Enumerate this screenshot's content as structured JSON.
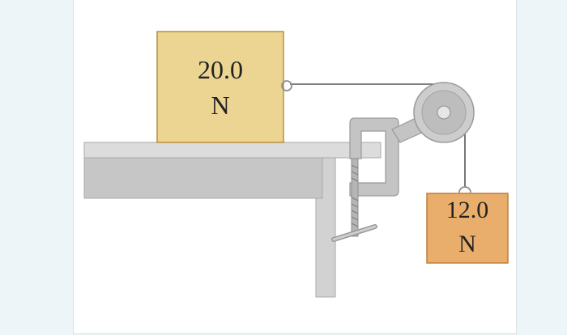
{
  "diagram": {
    "table_block": {
      "value": "20.0",
      "unit": "N"
    },
    "hanging_block": {
      "value": "12.0",
      "unit": "N"
    }
  },
  "colors": {
    "table_block_fill": "#ecd592",
    "table_block_stroke": "#b8903a",
    "hanging_block_fill": "#e9ae6c",
    "hanging_block_stroke": "#c17d3a",
    "table_top": "#dcdcdc",
    "table_front": "#c6c6c6",
    "clamp": "#bfbfbf",
    "pulley": "#c8c8c8",
    "string": "#555555"
  }
}
